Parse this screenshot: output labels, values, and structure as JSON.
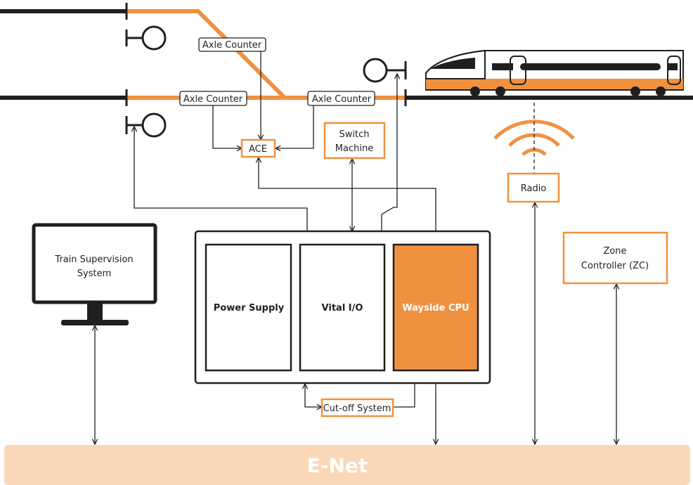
{
  "labels": {
    "axle_counter_top": "Axle Counter",
    "axle_counter_left": "Axle Counter",
    "axle_counter_right": "Axle Counter",
    "ace": "ACE",
    "switch_machine_line1": "Switch",
    "switch_machine_line2": "Machine",
    "radio": "Radio",
    "train_supervision_line1": "Train Supervision",
    "train_supervision_line2": "System",
    "zone_controller_line1": "Zone",
    "zone_controller_line2": "Controller (ZC)",
    "power_supply": "Power Supply",
    "vital_io": "Vital I/O",
    "wayside_cpu": "Wayside CPU",
    "cutoff_system": "Cut-off System",
    "enet": "E-Net"
  },
  "colors": {
    "accent": "#f0913f",
    "track": "#1f1f1f",
    "enet_bar": "#fad7b7",
    "line": "#1f1f1f"
  }
}
